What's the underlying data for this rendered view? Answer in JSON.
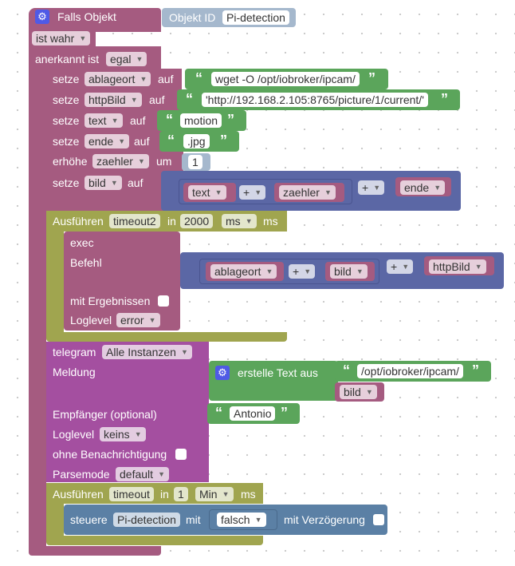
{
  "main": {
    "falls_objekt": "Falls Objekt",
    "objekt_id_label": "Objekt ID",
    "objekt_id_value": "Pi-detection",
    "ist_wahr": "ist wahr",
    "anerkannt_ist": "anerkannt ist",
    "anerkannt_value": "egal"
  },
  "setze_label": "setze",
  "auf_label": "auf",
  "vars": {
    "ablageort": "ablageort",
    "httpBild": "httpBild",
    "text": "text",
    "ende": "ende",
    "zaehler": "zaehler",
    "bild": "bild"
  },
  "values": {
    "ablageort": "wget -O /opt/iobroker/ipcam/",
    "httpBild": "'http://192.168.2.105:8765/picture/1/current/'",
    "text": "motion",
    "ende": ".jpg"
  },
  "erhoehe": {
    "label": "erhöhe",
    "um": "um",
    "value": "1"
  },
  "plus": "+",
  "quote_open": "“",
  "quote_close": "”",
  "timeout2": {
    "ausfuehren": "Ausführen",
    "name": "timeout2",
    "in": "in",
    "value": "2000",
    "unit": "ms",
    "suffix": "ms"
  },
  "exec": {
    "title": "exec",
    "befehl": "Befehl",
    "mit_ergebnissen": "mit Ergebnissen",
    "loglevel": "Loglevel",
    "loglevel_value": "error"
  },
  "telegram": {
    "title": "telegram",
    "instance": "Alle Instanzen",
    "meldung": "Meldung",
    "erstelle": "erstelle Text aus",
    "path": "/opt/iobroker/ipcam/",
    "empfaenger": "Empfänger (optional)",
    "empfaenger_value": "Antonio",
    "loglevel": "Loglevel",
    "loglevel_value": "keins",
    "ohne": "ohne Benachrichtigung",
    "parsemode": "Parsemode",
    "parsemode_value": "default"
  },
  "timeout": {
    "ausfuehren": "Ausführen",
    "name": "timeout",
    "in": "in",
    "value": "1",
    "unit": "Min",
    "suffix": "ms"
  },
  "steuere": {
    "label": "steuere",
    "target": "Pi-detection",
    "mit": "mit",
    "value": "falsch",
    "verzoegerung": "mit Verzögerung"
  },
  "colors": {
    "event": "#a55b80",
    "text": "#5ba55b",
    "math": "#5b67a5",
    "timeout": "#a0a54f",
    "telegram": "#a44fa0",
    "control": "#5b80a5",
    "gear": "#4f5ae6"
  }
}
